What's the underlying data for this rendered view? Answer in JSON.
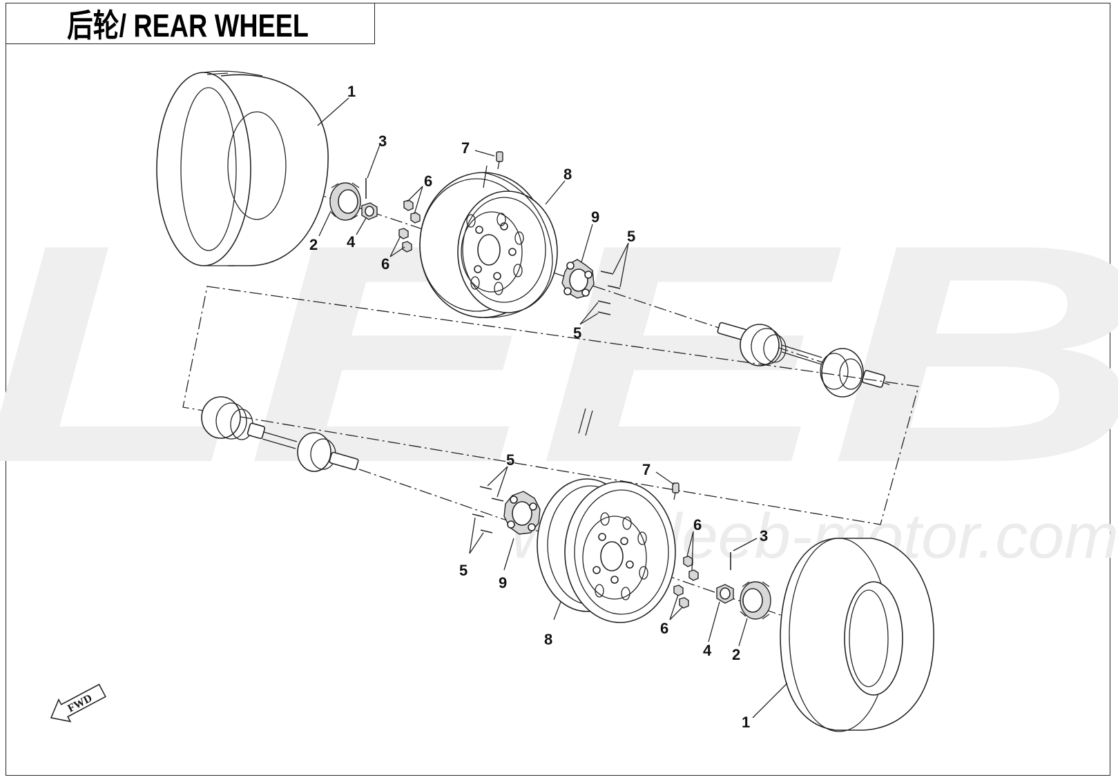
{
  "title": "后轮/ REAR WHEEL",
  "watermark": {
    "brand": "LEEB",
    "url": "www.leeb-motor.com"
  },
  "fwd_label": "FWD",
  "labels": {
    "upper": {
      "tire": "1",
      "hub_cap": "2",
      "cotter_pin": "3",
      "axle_nut": "4",
      "bolts_a": "5",
      "bolts_b": "5",
      "nuts_a": "6",
      "nuts_b": "6",
      "valve": "7",
      "rim": "8",
      "hub": "9"
    },
    "lower": {
      "tire": "1",
      "hub_cap": "2",
      "cotter_pin": "3",
      "axle_nut": "4",
      "bolts_a": "5",
      "bolts_b": "5",
      "nuts": "6",
      "valve": "7",
      "rim": "8",
      "hub": "9"
    }
  },
  "colors": {
    "line": "#222222",
    "watermark": "#efefef",
    "background": "#ffffff"
  }
}
